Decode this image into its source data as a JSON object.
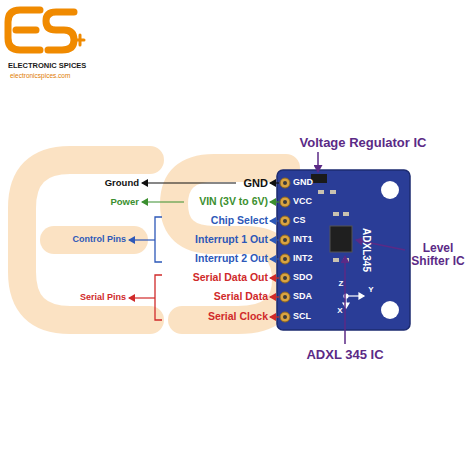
{
  "diagram": {
    "labels": [
      "ELECTRONIC SPICES",
      "electronicspices.com",
      "Voltage Regulator IC",
      "Ground",
      "GND",
      "GND",
      "Power",
      "VIN (3V to 6V)",
      "VCC",
      "Control Pins",
      "Chip Select",
      "CS",
      "Interrupt 1 Out",
      "INT1",
      "Interrupt 2 Out",
      "INT2",
      "Serial Data Out",
      "SDO",
      "Serial Pins",
      "Serial Data",
      "SDA",
      "Serial Clock",
      "SCL",
      "ADXL345",
      "Level Shifter IC",
      "Z",
      "Y",
      "X",
      "ADXL 345 IC"
    ]
  }
}
